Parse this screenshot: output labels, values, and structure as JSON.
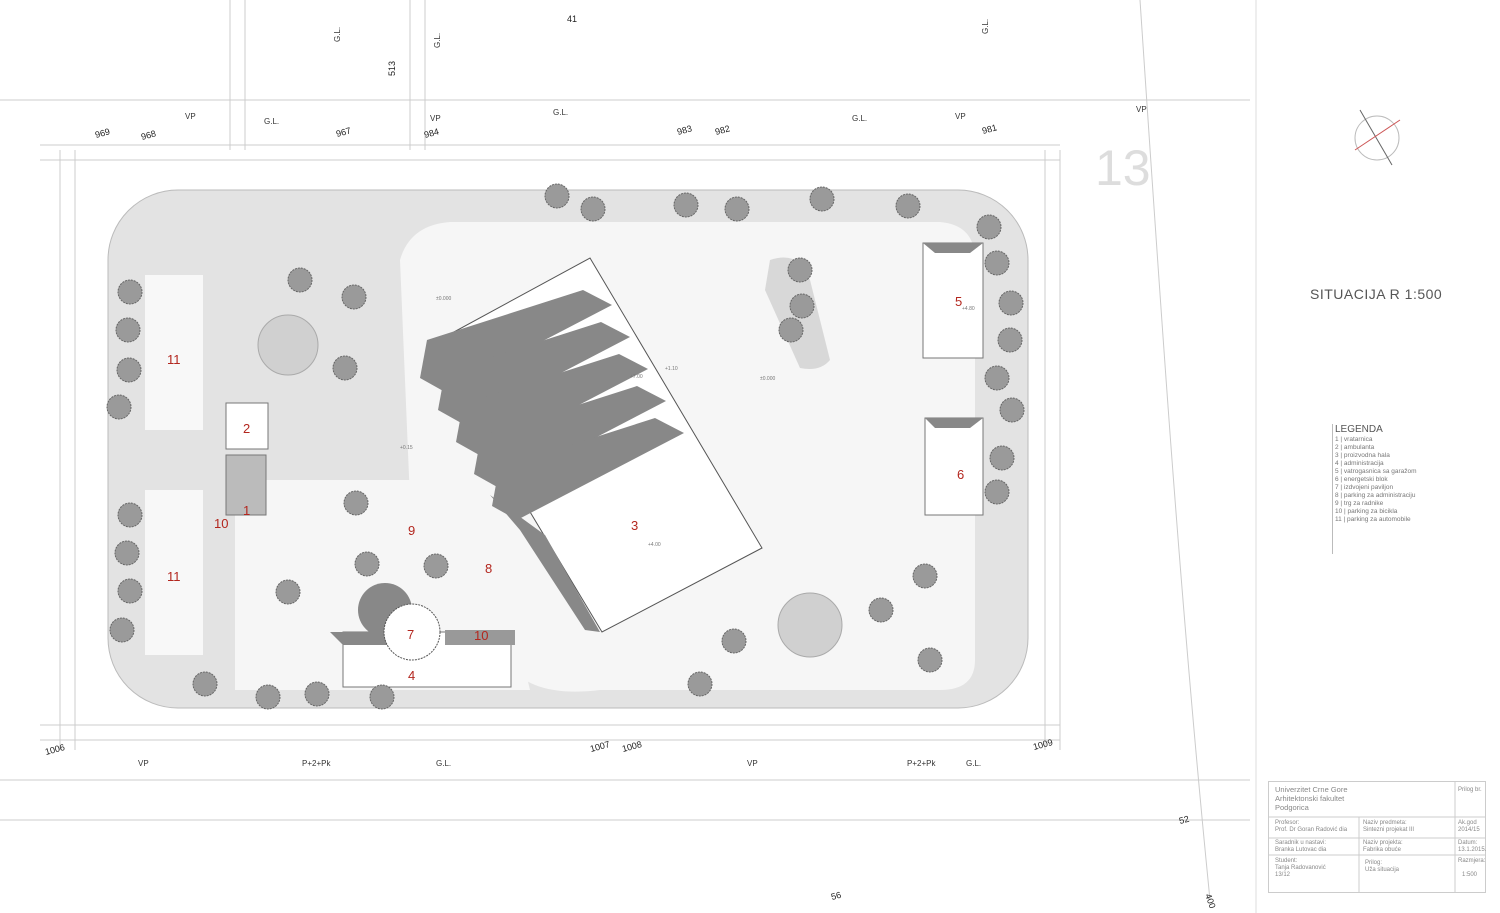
{
  "title": "SITUACIJA  R 1:500",
  "legend": {
    "heading": "LEGENDA",
    "items": [
      "1 | vratarnica",
      "2 | ambulanta",
      "3 | proizvodna hala",
      "4 | administracija",
      "5 | vatrogasnica sa garažom",
      "6 | energetski blok",
      "7 | izdvojeni paviljon",
      "8 | parking za administraciju",
      "9 | trg za radnike",
      "10 | parking za bicikla",
      "11 | parking za automobile"
    ]
  },
  "title_block": {
    "university": "Univerzitet Crne Gore",
    "faculty": "Arhitektonski fakultet",
    "city": "Podgorica",
    "prilog_br": "Prilog br.",
    "profesor_label": "Profesor:",
    "profesor": "Prof. Dr Goran Radović dia",
    "predmet_label": "Naziv predmeta:",
    "predmet": "Sintezni projekat III",
    "akgod_label": "Ak.god",
    "akgod": "2014/15",
    "saradnik_label": "Saradnik u nastavi:",
    "saradnik": "Branka Lutovac dia",
    "projekat_label": "Naziv projekta:",
    "projekat": "Fabrika obuće",
    "datum_label": "Datum:",
    "datum": "13.1.2015.",
    "student_label": "Student:",
    "student": "Tanja Radovanović",
    "index": "13/12",
    "prilog_label": "Prilog:",
    "prilog": "Uža situacija",
    "razmjera_label": "Razmjera:",
    "razmjera": "1:500"
  },
  "plan_numbers": [
    "1",
    "2",
    "3",
    "4",
    "5",
    "6",
    "7",
    "8",
    "9",
    "10",
    "10",
    "11",
    "11"
  ],
  "street_labels": {
    "vp": "VP",
    "gl": "G.L.",
    "p2pk": "P+2+Pk"
  },
  "parcels": [
    "41",
    "513",
    "969",
    "968",
    "967",
    "984",
    "983",
    "982",
    "981",
    "1006",
    "1007",
    "1008",
    "1009",
    "13",
    "52",
    "56",
    "400"
  ],
  "elevations": [
    "±0.000",
    "+0.15",
    "+4.00",
    "+7.00",
    "+1.10",
    "+4.80"
  ]
}
